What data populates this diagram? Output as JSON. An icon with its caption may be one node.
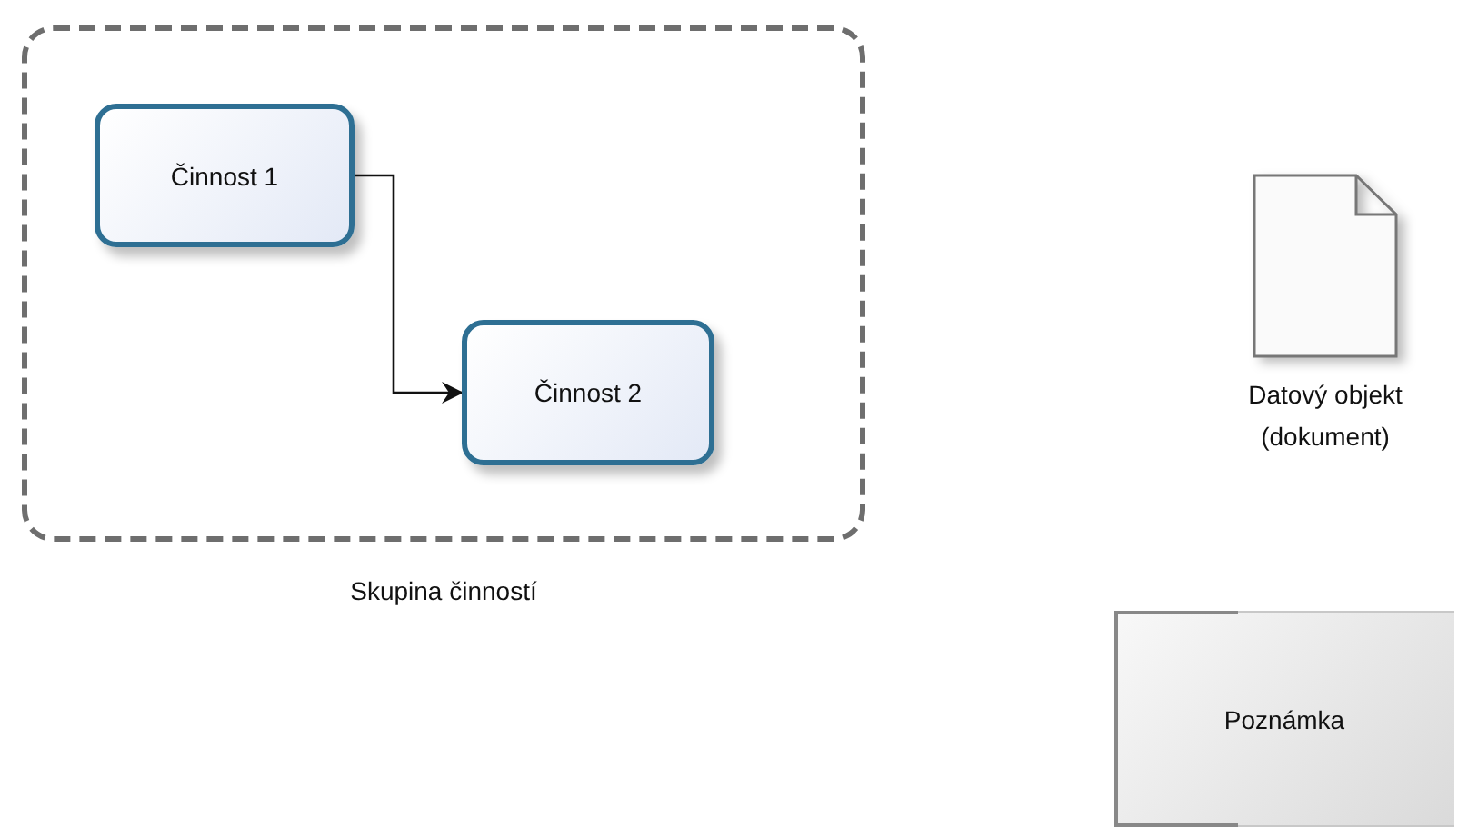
{
  "diagram": {
    "nodes": [
      {
        "text": [
          "Skupina činností"
        ]
      },
      {
        "text": [
          "Činnost 1"
        ],
        "in": 0
      },
      {
        "text": [
          "Činnost 2"
        ],
        "in": 0
      },
      {
        "text": [
          "Datový objekt (dokument)"
        ]
      },
      {
        "text": [
          "Poznámka"
        ]
      }
    ],
    "edges": [
      {
        "from": 1,
        "to": 2,
        "arrow": "to"
      }
    ]
  }
}
